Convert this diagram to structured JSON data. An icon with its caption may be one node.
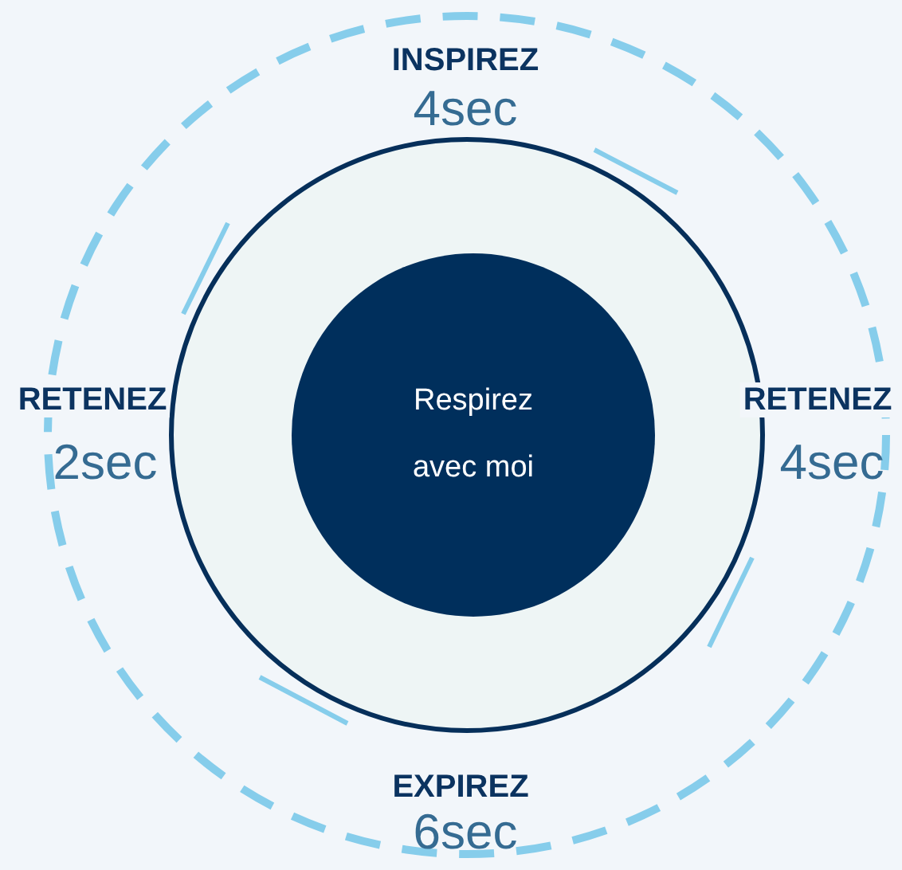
{
  "diagram": {
    "nodes": [
      {
        "text": [],
        "shape": "circle"
      },
      {
        "text": [
          "Respirez avec moi"
        ],
        "in": 0
      }
    ],
    "labels": [
      "INSPIREZ",
      "4sec",
      "RETENEZ",
      "2sec",
      "RETENEZ",
      "4sec",
      "EXPIREZ",
      "6sec"
    ]
  }
}
